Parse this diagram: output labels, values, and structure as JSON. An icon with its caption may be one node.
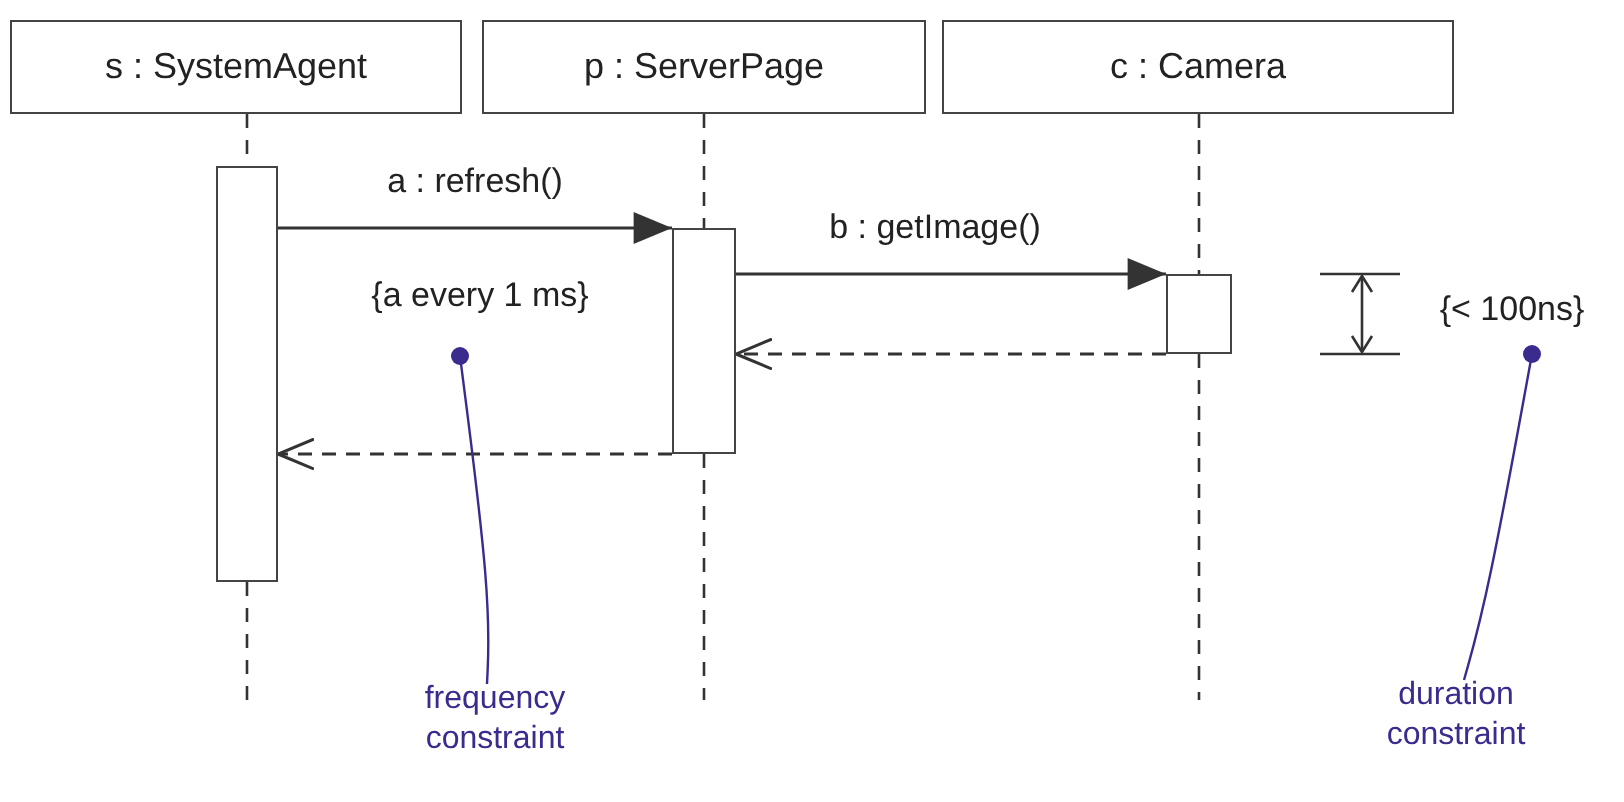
{
  "diagram": {
    "nodes": [
      {
        "text": [
          "s : SystemAgent"
        ]
      },
      {
        "text": [
          "p : ServerPage"
        ]
      },
      {
        "text": [
          "c : Camera"
        ]
      },
      {
        "text": [],
        "shape": "bar"
      },
      {
        "text": [],
        "shape": "bar"
      },
      {
        "text": [],
        "shape": "bar"
      },
      {
        "text": [
          "{a every 1 ms}"
        ]
      },
      {
        "text": [
          "{< 100ns}"
        ]
      },
      {
        "text": [
          "frequency constraint"
        ]
      },
      {
        "text": [
          "duration constraint"
        ]
      }
    ],
    "edges": [
      {
        "from": 0,
        "to": 3,
        "arrow": "none",
        "style": "dashed"
      },
      {
        "from": 3,
        "to": null,
        "arrow": "none",
        "style": "dashed"
      },
      {
        "from": 1,
        "to": 4,
        "arrow": "none",
        "style": "dashed"
      },
      {
        "from": 4,
        "to": null,
        "arrow": "none",
        "style": "dashed"
      },
      {
        "from": 2,
        "to": 5,
        "arrow": "none",
        "style": "dashed"
      },
      {
        "from": 5,
        "to": null,
        "arrow": "none",
        "style": "dashed"
      },
      {
        "from": 3,
        "to": 4,
        "arrow": "to",
        "label": "a : refresh()"
      },
      {
        "from": 4,
        "to": 5,
        "arrow": "to",
        "label": "b : getImage()"
      },
      {
        "from": 5,
        "to": 4,
        "arrow": "to",
        "style": "dashed"
      },
      {
        "from": 4,
        "to": 3,
        "arrow": "to",
        "style": "dashed"
      },
      {
        "from": 8,
        "to": 6,
        "arrow": "other",
        "color": "#3a2b8f"
      },
      {
        "from": 9,
        "to": 7,
        "arrow": "other",
        "color": "#3a2b8f"
      }
    ]
  }
}
